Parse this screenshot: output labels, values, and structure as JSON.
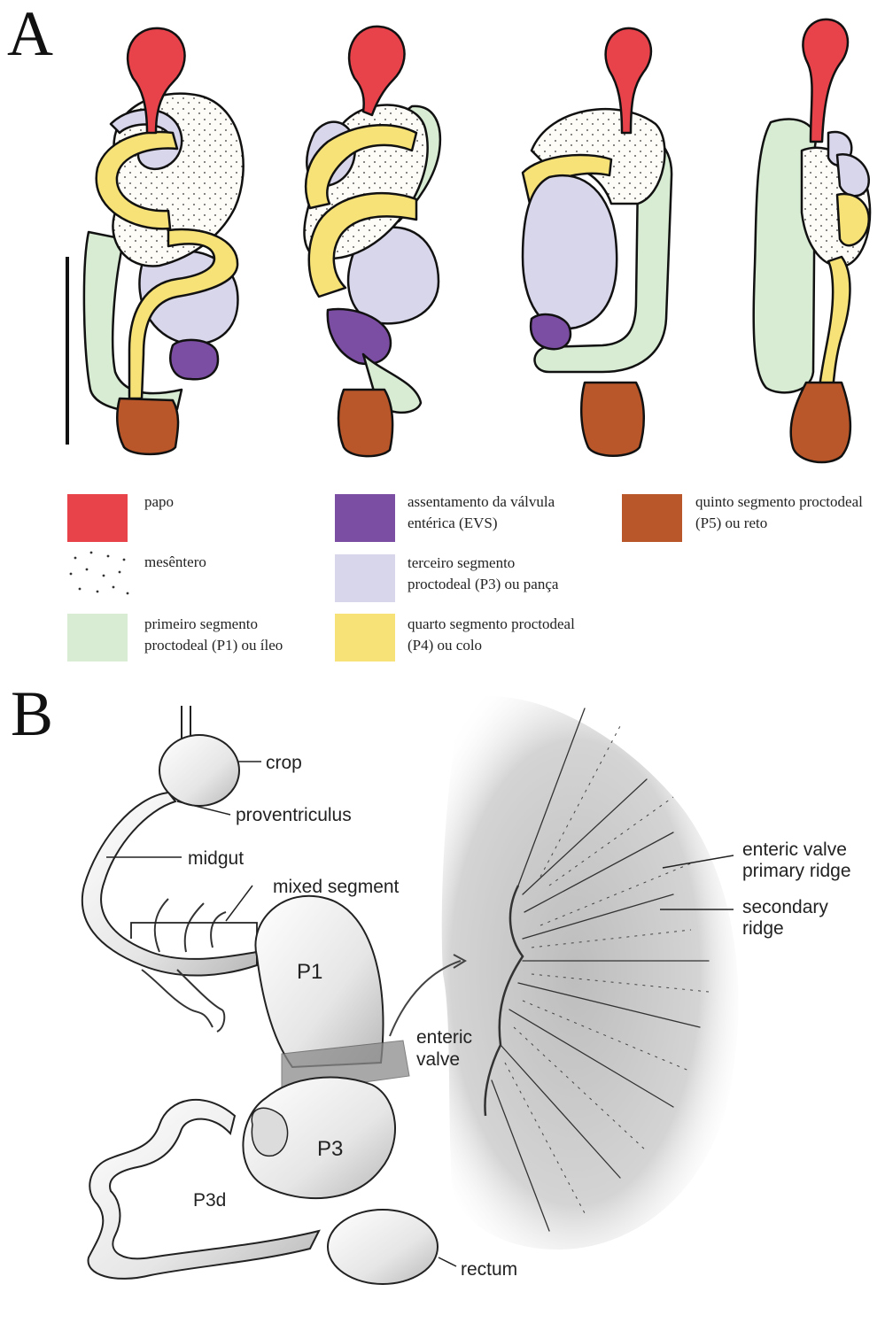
{
  "panel_a": {
    "letter": "A",
    "colors": {
      "crop": "#e8434a",
      "midgut": "#fdfcf6",
      "p1": "#d8ecd4",
      "evs": "#7b4ea3",
      "p3": "#d8d6ea",
      "p4": "#f6e277",
      "p5": "#b9572a"
    },
    "legend": [
      {
        "key": "crop",
        "lines": [
          "papo"
        ]
      },
      {
        "key": "midgut",
        "lines": [
          "mesêntero"
        ]
      },
      {
        "key": "p1",
        "lines": [
          "primeiro segmento",
          "proctodeal (P1) ou íleo"
        ]
      },
      {
        "key": "evs",
        "lines": [
          "assentamento da válvula",
          "entérica (EVS)"
        ]
      },
      {
        "key": "p3",
        "lines": [
          "terceiro segmento",
          "proctodeal (P3) ou pança"
        ]
      },
      {
        "key": "p4",
        "lines": [
          "quarto segmento proctodeal",
          "(P4) ou colo"
        ]
      },
      {
        "key": "p5",
        "lines": [
          "quinto segmento proctodeal",
          "(P5) ou  reto"
        ]
      }
    ]
  },
  "panel_b": {
    "letter": "B",
    "labels": {
      "crop": "crop",
      "proventriculus": "proventriculus",
      "midgut": "midgut",
      "mixed_segment": "mixed segment",
      "p1": "P1",
      "enteric_valve": [
        "enteric",
        "valve"
      ],
      "p3": "P3",
      "p3d": "P3d",
      "rectum": "rectum",
      "primary_ridge": [
        "enteric valve",
        "primary ridge"
      ],
      "secondary_ridge": [
        "secondary",
        "ridge"
      ]
    }
  }
}
